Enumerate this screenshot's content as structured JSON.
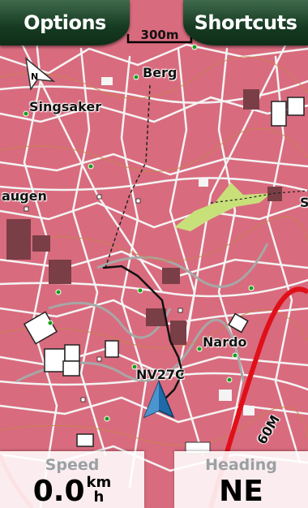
{
  "toolbar": {
    "options_label": "Options",
    "shortcuts_label": "Shortcuts"
  },
  "scale": {
    "label": "300m"
  },
  "place_labels": [
    {
      "name": "Berg"
    },
    {
      "name": "Singsaker"
    },
    {
      "name": "augen"
    },
    {
      "name": "Nardo"
    },
    {
      "name": "NV27C"
    },
    {
      "name": "60M"
    },
    {
      "name": "S"
    }
  ],
  "data_fields": {
    "speed": {
      "title": "Speed",
      "value": "0.0",
      "unit_top": "km",
      "unit_bottom": "h"
    },
    "heading": {
      "title": "Heading",
      "value": "NE"
    }
  },
  "colors": {
    "map_base": "#d96b7e",
    "button_green": "#1e4a2c",
    "park": "#c8e07a",
    "main_road": "#e0101a"
  }
}
